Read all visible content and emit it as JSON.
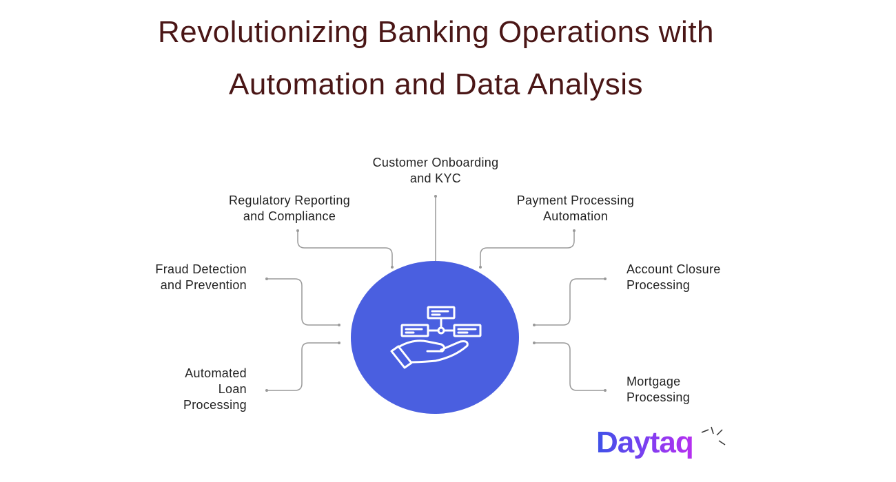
{
  "title": {
    "line1": "Revolutionizing Banking Operations with",
    "line2": "Automation and Data Analysis"
  },
  "center": {
    "icon": "hand-flowchart-icon",
    "color": "#4a5fe0"
  },
  "nodes": [
    {
      "line1": "Customer Onboarding",
      "line2": "and KYC"
    },
    {
      "line1": "Regulatory Reporting",
      "line2": "and Compliance"
    },
    {
      "line1": "Payment Processing",
      "line2": "Automation"
    },
    {
      "line1": "Fraud Detection",
      "line2": "and Prevention"
    },
    {
      "line1": "Account Closure",
      "line2": "Processing"
    },
    {
      "line1": "Automated",
      "line2": "Loan",
      "line3": "Processing"
    },
    {
      "line1": "Mortgage",
      "line2": "Processing"
    }
  ],
  "logo": {
    "text": "Daytaq"
  }
}
